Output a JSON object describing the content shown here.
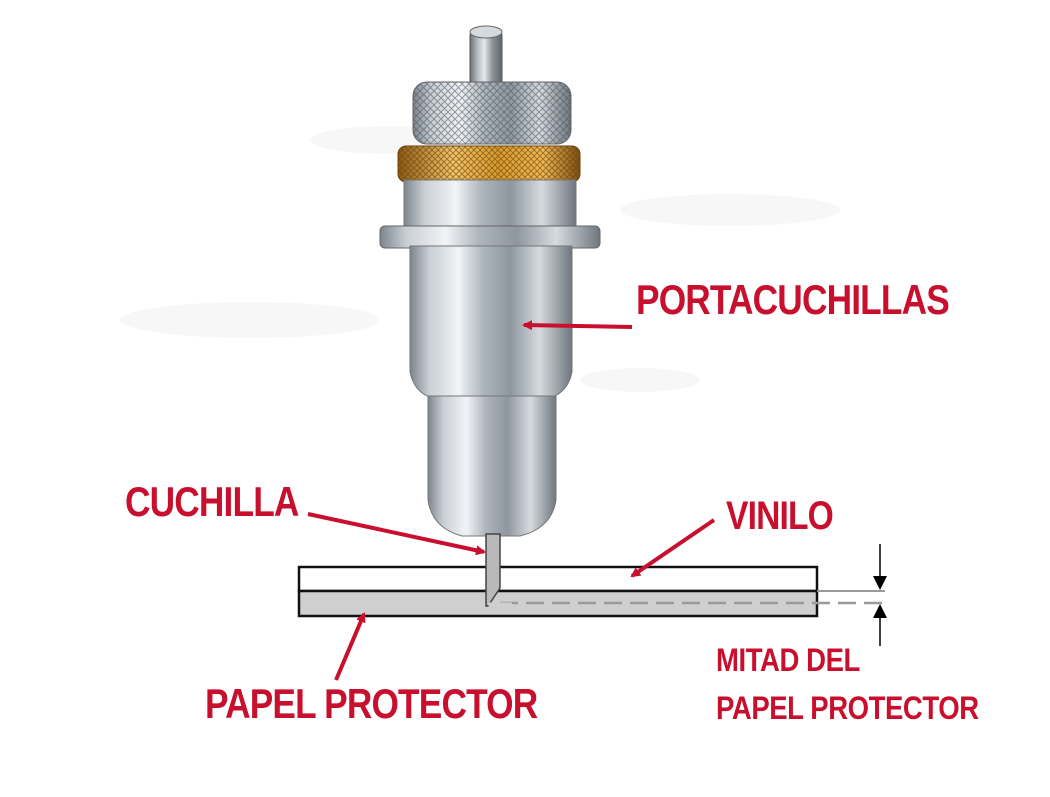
{
  "labels": {
    "portacuchillas": "PORTACUCHILLAS",
    "cuchilla": "CUCHILLA",
    "vinilo": "VINILO",
    "papel_protector": "PAPEL PROTECTOR",
    "mitad_line1": "MITAD DEL",
    "mitad_line2": "PAPEL PROTECTOR"
  },
  "colors": {
    "label_red": "#c8102e",
    "metal": "#b8bfc6",
    "brass": "#d99a2b",
    "backing": "#cfcfcf",
    "outline": "#111111"
  }
}
